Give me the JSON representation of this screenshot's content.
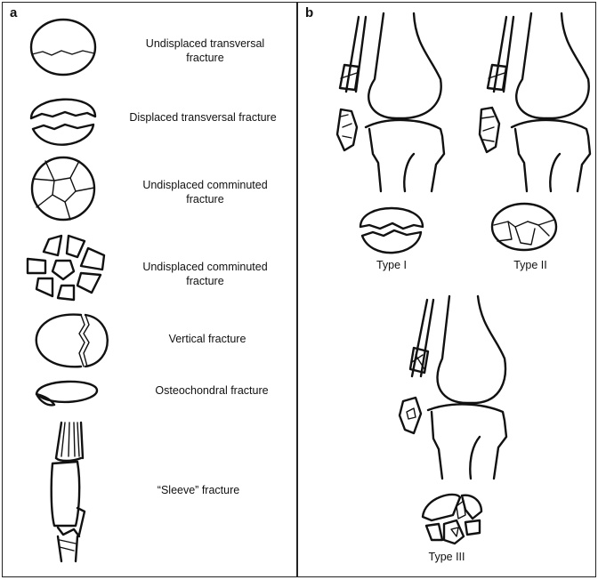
{
  "panel_a": {
    "letter": "a",
    "labels": [
      "Undisplaced transversal fracture",
      "Displaced transversal fracture",
      "Undisplaced comminuted fracture",
      "Undisplaced comminuted fracture",
      "Vertical fracture",
      "Osteochondral fracture",
      "“Sleeve” fracture"
    ]
  },
  "panel_b": {
    "letter": "b",
    "type_labels": [
      "Type I",
      "Type II",
      "Type III"
    ]
  }
}
